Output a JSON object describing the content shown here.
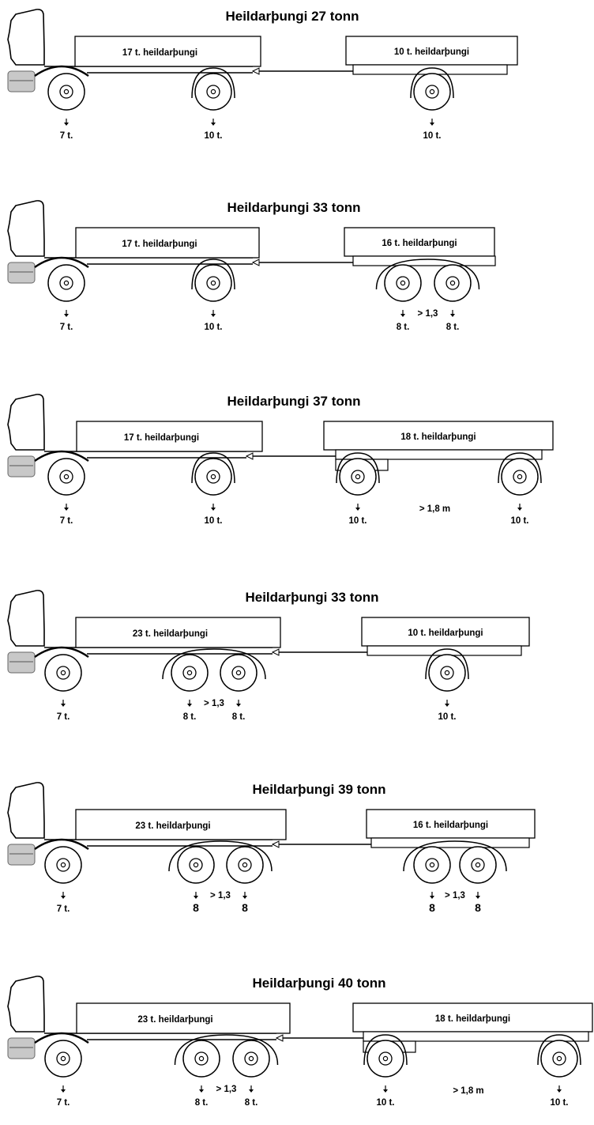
{
  "diagrams": [
    {
      "title": "Heildarþungi 27 tonn",
      "truck_box": "17 t. heildarþungi",
      "trailer_box": "10 t. heildarþungi",
      "front_axle_load": "7 t.",
      "rear_axle_loads": [
        "10 t."
      ],
      "rear_spacing": "",
      "trailer_axle_loads": [
        "10 t."
      ],
      "trailer_spacing": ""
    },
    {
      "title": "Heildarþungi 33 tonn",
      "truck_box": "17 t. heildarþungi",
      "trailer_box": "16 t. heildarþungi",
      "front_axle_load": "7 t.",
      "rear_axle_loads": [
        "10 t."
      ],
      "rear_spacing": "",
      "trailer_axle_loads": [
        "8 t.",
        "8 t."
      ],
      "trailer_spacing": "> 1,3"
    },
    {
      "title": "Heildarþungi 37 tonn",
      "truck_box": "17 t. heildarþungi",
      "trailer_box": "18 t. heildarþungi",
      "front_axle_load": "7 t.",
      "rear_axle_loads": [
        "10 t."
      ],
      "rear_spacing": "",
      "trailer_axle_loads": [
        "10 t.",
        "10 t."
      ],
      "trailer_spacing": "> 1,8 m"
    },
    {
      "title": "Heildarþungi 33 tonn",
      "truck_box": "23 t. heildarþungi",
      "trailer_box": "10 t. heildarþungi",
      "front_axle_load": "7 t.",
      "rear_axle_loads": [
        "8 t.",
        "8 t."
      ],
      "rear_spacing": "> 1,3",
      "trailer_axle_loads": [
        "10 t."
      ],
      "trailer_spacing": ""
    },
    {
      "title": "Heildarþungi 39 tonn",
      "truck_box": "23 t. heildarþungi",
      "trailer_box": "16 t. heildarþungi",
      "front_axle_load": "7 t.",
      "rear_axle_loads": [
        "8",
        "8"
      ],
      "rear_spacing": "> 1,3",
      "trailer_axle_loads": [
        "8",
        "8"
      ],
      "trailer_spacing": "> 1,3"
    },
    {
      "title": "Heildarþungi 40 tonn",
      "truck_box": "23 t. heildarþungi",
      "trailer_box": "18 t. heildarþungi",
      "front_axle_load": "7 t.",
      "rear_axle_loads": [
        "8 t.",
        "8 t."
      ],
      "rear_spacing": "> 1,3",
      "trailer_axle_loads": [
        "10 t.",
        "10 t."
      ],
      "trailer_spacing": "> 1,8 m"
    }
  ],
  "colors": {
    "line": "#000000",
    "bumper_fill": "#c8c8c8",
    "background": "#ffffff"
  },
  "icons": {
    "wheel": "wheel-icon",
    "load_arrow": "down-arrow-icon",
    "truck_cab": "truck-cab-icon",
    "tow_bar_arrow": "tow-bar-arrow-icon"
  }
}
